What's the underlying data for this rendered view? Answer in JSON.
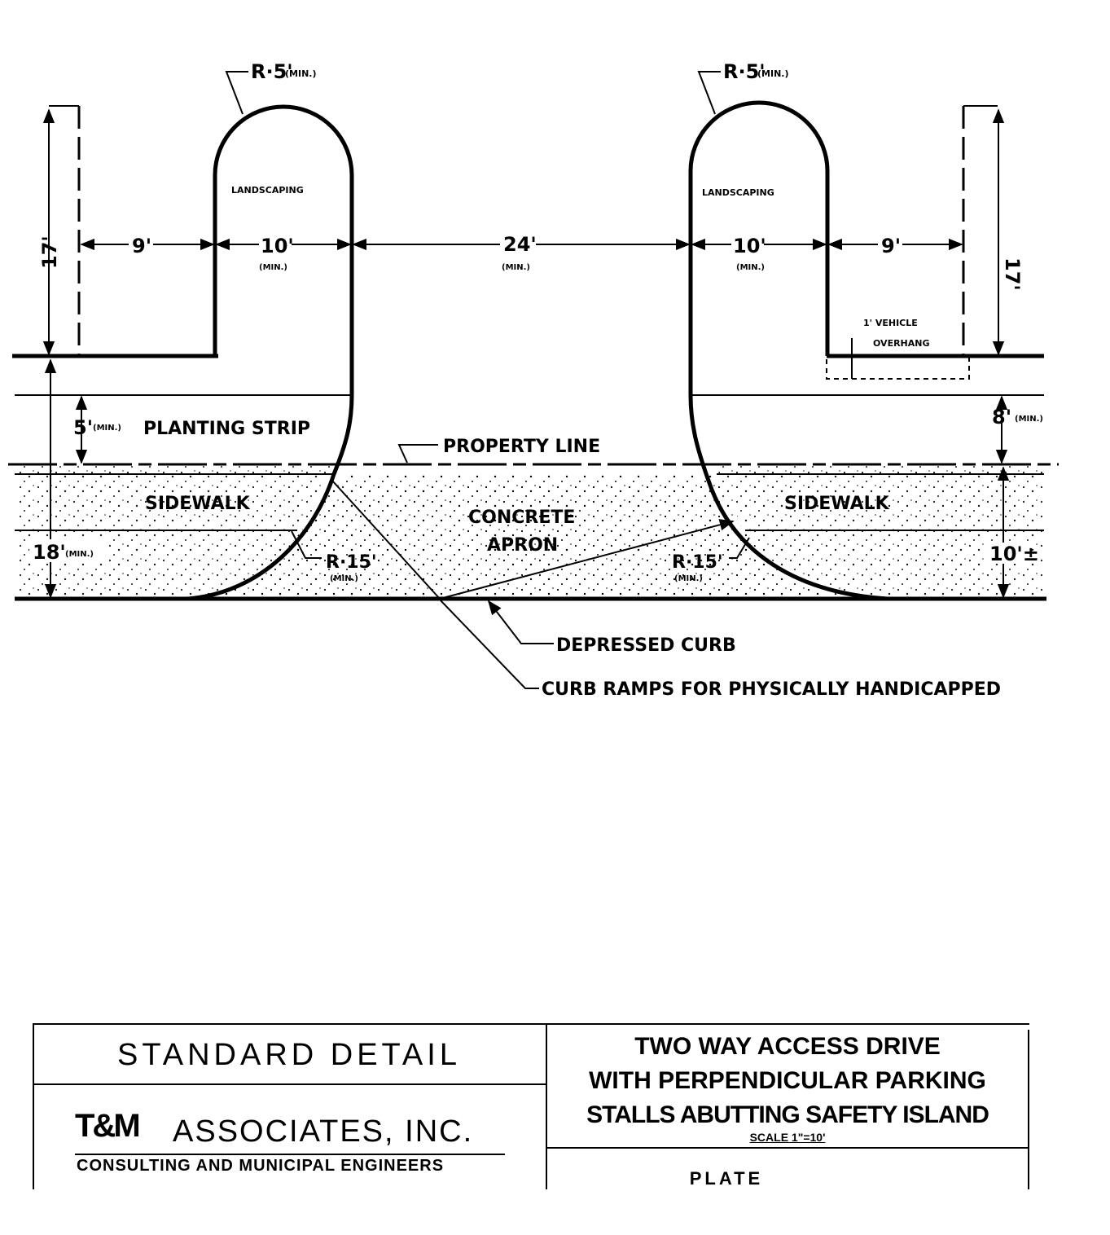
{
  "drawing": {
    "labels": {
      "radius_top_left": "R·5'",
      "radius_top_left_min": "(MIN.)",
      "radius_top_right": "R·5'",
      "radius_top_right_min": "(MIN.)",
      "landscaping_left": "LANDSCAPING",
      "landscaping_right": "LANDSCAPING",
      "dim_17_left": "17'",
      "dim_17_right": "17'",
      "dim_9_left": "9'",
      "dim_10_left": "10'",
      "dim_10_left_min": "(MIN.)",
      "dim_24": "24'",
      "dim_24_min": "(MIN.)",
      "dim_10_right": "10'",
      "dim_10_right_min": "(MIN.)",
      "dim_9_right": "9'",
      "vehicle_overhang_1": "1' VEHICLE",
      "vehicle_overhang_2": "OVERHANG",
      "planting_strip_dim": "5'",
      "planting_strip_min": "(MIN.)",
      "planting_strip": "PLANTING STRIP",
      "dim_8": "8'",
      "dim_8_min": "(MIN.)",
      "property_line": "PROPERTY LINE",
      "sidewalk_left": "SIDEWALK",
      "sidewalk_right": "SIDEWALK",
      "concrete_apron_1": "CONCRETE",
      "concrete_apron_2": "APRON",
      "dim_18": "18'",
      "dim_18_min": "(MIN.)",
      "radius_15_left": "R·15'",
      "radius_15_left_min": "(MIN.)",
      "radius_15_right": "R·15'",
      "radius_15_right_min": "(MIN.)",
      "dim_10_pm": "10'±",
      "depressed_curb": "DEPRESSED CURB",
      "curb_ramps": "CURB RAMPS FOR PHYSICALLY HANDICAPPED"
    }
  },
  "title_block": {
    "standard_detail": "STANDARD DETAIL",
    "company_logo": "T&M",
    "company_name": "ASSOCIATES, INC.",
    "company_sub": "CONSULTING AND MUNICIPAL ENGINEERS",
    "title_line_1": "TWO WAY ACCESS DRIVE",
    "title_line_2": "WITH PERPENDICULAR PARKING",
    "title_line_3": "STALLS ABUTTING SAFETY ISLAND",
    "scale": "SCALE 1\"=10'",
    "plate": "PLATE"
  }
}
